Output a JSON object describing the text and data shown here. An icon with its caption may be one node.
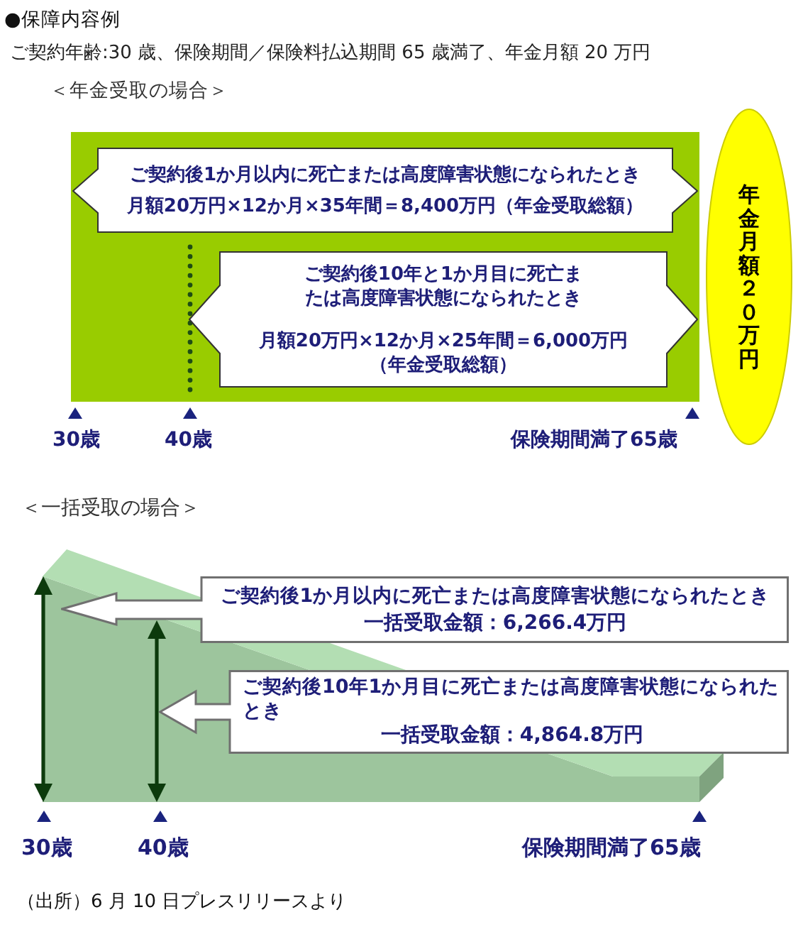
{
  "diagram": {
    "title": "●保障内容例",
    "caption": "（出所）6 月 10 日プレスリリースより",
    "nodes": [
      {
        "text": [],
        "shape": "box"
      },
      {
        "text": [
          "ご契約後1か月以内に死亡または高度障害状態になられたとき",
          "月額20万円×12か月×35年間＝8,400万円（年金受取総額）"
        ],
        "in": 0
      },
      {
        "text": [
          "ご契約後10年と1か月目に死亡または高度障害状態になられたとき",
          "月額20万円×12か月×25年間＝6,000万円",
          "（年金受取総額）"
        ],
        "in": 0
      },
      {
        "text": [
          "年金月額２０万円"
        ]
      },
      {
        "text": [
          "ご契約後1か月以内に死亡または高度障害状態になられたとき",
          "一括受取金額：6,266.4万円"
        ]
      },
      {
        "text": [
          "ご契約後10年1か月目に死亡または高度障害状態になられたとき",
          "一括受取金額：4,864.8万円"
        ]
      }
    ],
    "labels": [
      "ご契約年齢:30 歳、保険期間／保険料払込期間 65 歳満了、年金月額 20 万円",
      "＜年金受取の場合＞",
      "30歳",
      "40歳",
      "保険期間満了65歳",
      "＜一括受取の場合＞",
      "30歳",
      "40歳",
      "保険期間満了65歳"
    ]
  }
}
